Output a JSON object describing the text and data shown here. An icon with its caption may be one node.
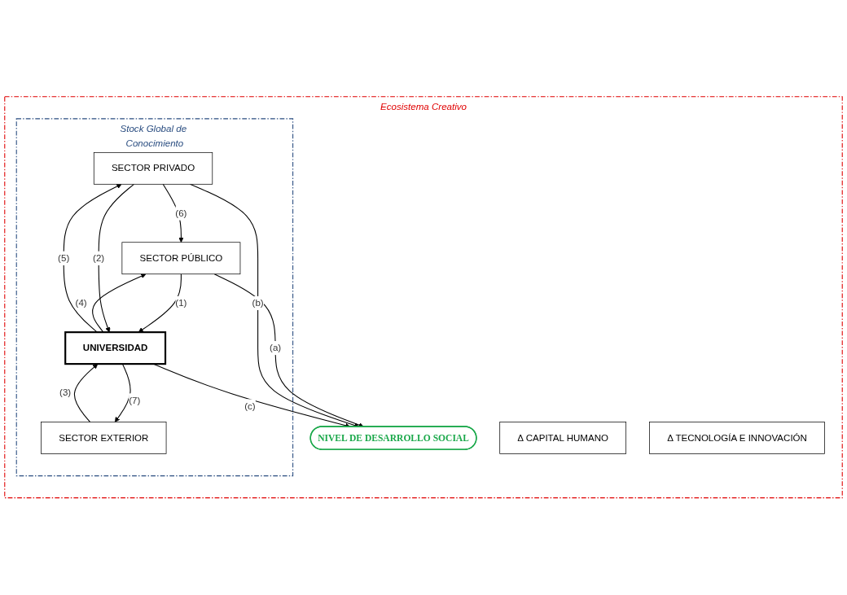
{
  "diagram": {
    "nodes": [
      {
        "text": [
          "Ecosistema Creativo"
        ]
      },
      {
        "text": [
          "Stock Global de Conocimiento"
        ],
        "in": 0
      },
      {
        "text": [
          "SECTOR PRIVADO"
        ],
        "in": 1
      },
      {
        "text": [
          "SECTOR PÚBLICO"
        ],
        "in": 1
      },
      {
        "text": [
          "SECTOR EXTERIOR"
        ],
        "in": 1
      },
      {
        "text": [
          "UNIVERSIDAD"
        ],
        "in": 1
      },
      {
        "text": [
          "NIVEL DE DESARROLLO SOCIAL"
        ],
        "in": 0
      },
      {
        "text": [
          "Δ CAPITAL HUMANO"
        ],
        "in": 0
      },
      {
        "text": [
          "Δ TECNOLOGÍA E INNOVACIÓN"
        ],
        "in": 0
      }
    ],
    "edges": [
      {
        "from": 2,
        "to": 3,
        "arrow": "to",
        "label": "(6)"
      },
      {
        "from": 3,
        "to": 5,
        "arrow": "to",
        "label": "(1)"
      },
      {
        "from": 5,
        "to": 3,
        "arrow": "to",
        "label": "(4)"
      },
      {
        "from": 5,
        "to": 2,
        "arrow": "to",
        "label": "(5)"
      },
      {
        "from": 2,
        "to": 5,
        "arrow": "to",
        "label": "(2)"
      },
      {
        "from": 4,
        "to": 5,
        "arrow": "to",
        "label": "(3)"
      },
      {
        "from": 5,
        "to": 4,
        "arrow": "to",
        "label": "(7)"
      },
      {
        "from": 3,
        "to": 6,
        "arrow": "to",
        "label": "(a)"
      },
      {
        "from": 2,
        "to": 6,
        "arrow": "to",
        "label": "(b)"
      },
      {
        "from": 5,
        "to": 6,
        "arrow": "to",
        "label": "(c)"
      }
    ]
  }
}
